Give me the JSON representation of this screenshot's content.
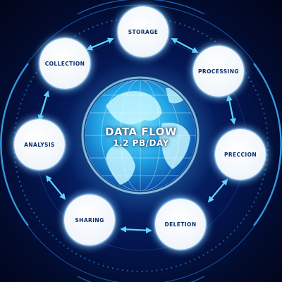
{
  "center": {
    "title": "DATA FLOW",
    "subtitle": "1.2 PB/DAY"
  },
  "nodes": [
    {
      "id": "storage",
      "label": "STORAGE"
    },
    {
      "id": "processing",
      "label": "PROCESSING"
    },
    {
      "id": "precision",
      "label": "PRECCION"
    },
    {
      "id": "deletion",
      "label": "DELETION"
    },
    {
      "id": "sharing",
      "label": "SHARING"
    },
    {
      "id": "analysis",
      "label": "ANALYSIS"
    },
    {
      "id": "collection",
      "label": "COLLECTION"
    }
  ],
  "colors": {
    "background": "#031a55",
    "accent": "#6fd8ff",
    "node_fill": "#f3f7fc",
    "node_text": "#0d2f6a"
  }
}
